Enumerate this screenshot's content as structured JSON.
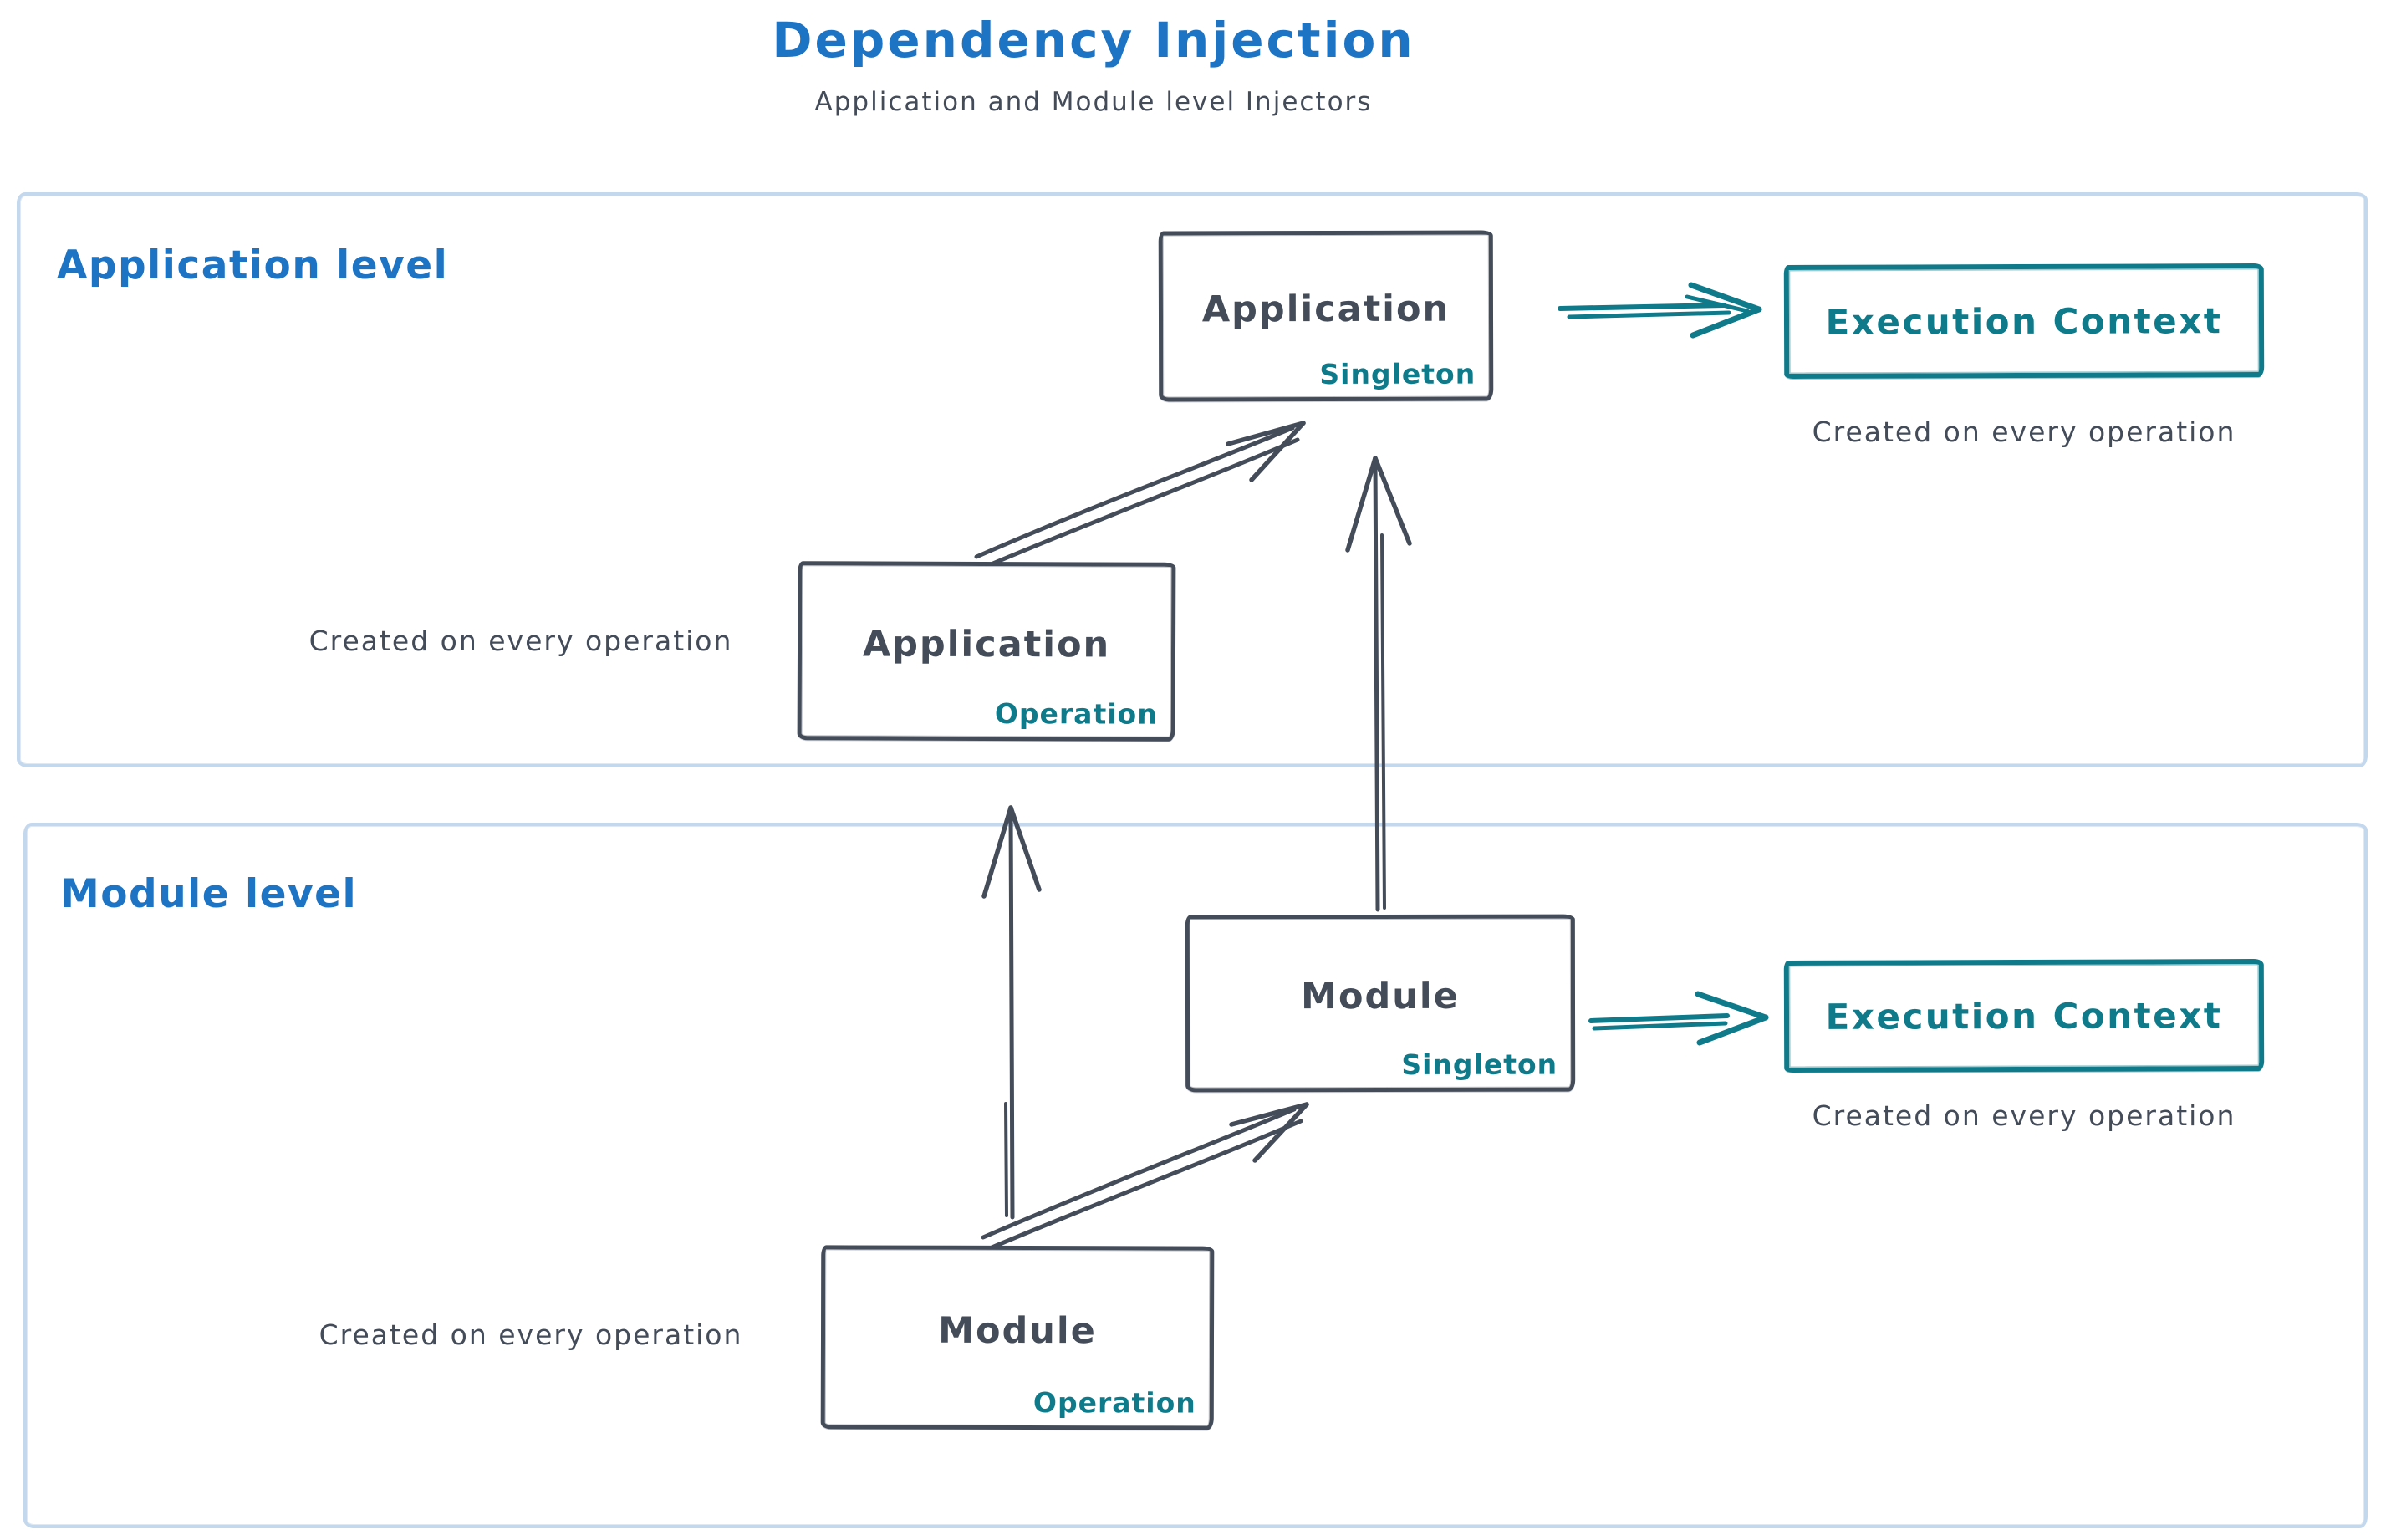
{
  "title": "Dependency Injection",
  "subtitle": "Application and Module level Injectors",
  "colors": {
    "accent_blue": "#1e74c4",
    "ink": "#444c5a",
    "teal": "#0e7a8a",
    "container_border": "#c3d7ed",
    "canvas_bg": "#ffffff"
  },
  "application_level": {
    "label": "Application level",
    "singleton_box": {
      "title": "Application",
      "tag": "Singleton"
    },
    "operation_box": {
      "title": "Application",
      "tag": "Operation"
    },
    "operation_caption": "Created on every operation",
    "execution_context": {
      "label": "Execution Context",
      "caption": "Created on every operation"
    }
  },
  "module_level": {
    "label": "Module level",
    "singleton_box": {
      "title": "Module",
      "tag": "Singleton"
    },
    "operation_box": {
      "title": "Module",
      "tag": "Operation"
    },
    "operation_caption": "Created on every operation",
    "execution_context": {
      "label": "Execution Context",
      "caption": "Created on every operation"
    }
  }
}
